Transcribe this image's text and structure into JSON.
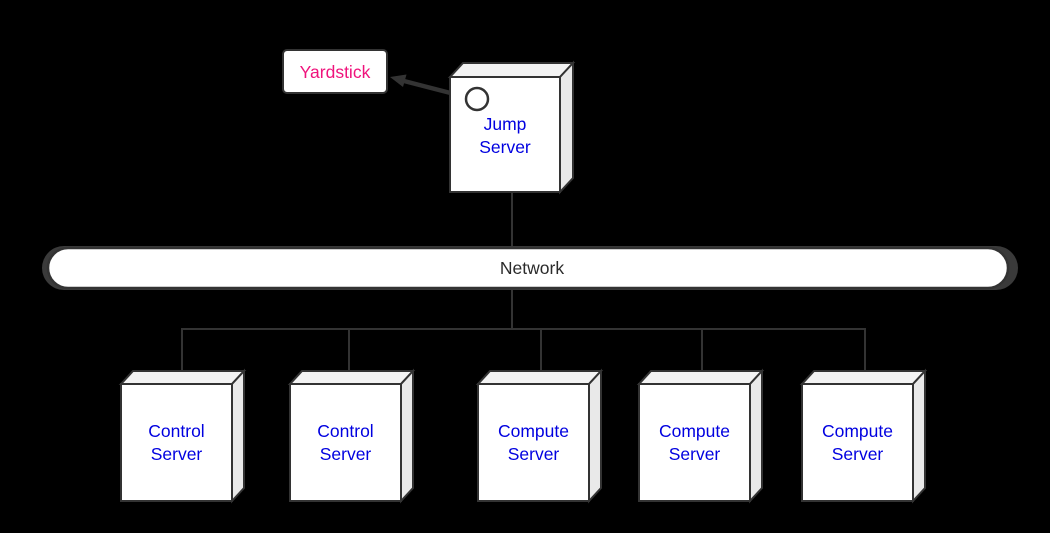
{
  "colors": {
    "background": "#000000",
    "line": "#333333",
    "border": "#333333",
    "box-front": "#ffffff",
    "box-top": "#f3f3f3",
    "box-side": "#e9e9e9",
    "network-cap": "#3a3a3a",
    "yardstick-text": "#ef137c",
    "server-text": "#0000e0",
    "network-text": "#2b2b2b"
  },
  "nodes": {
    "yardstick": {
      "label": "Yardstick"
    },
    "jump_server": {
      "lines": [
        "Jump",
        "Server"
      ]
    },
    "network": {
      "label": "Network"
    },
    "servers": [
      {
        "id": "control-server-1",
        "lines": [
          "Control",
          "Server"
        ]
      },
      {
        "id": "control-server-2",
        "lines": [
          "Control",
          "Server"
        ]
      },
      {
        "id": "compute-server-1",
        "lines": [
          "Compute",
          "Server"
        ]
      },
      {
        "id": "compute-server-2",
        "lines": [
          "Compute",
          "Server"
        ]
      },
      {
        "id": "compute-server-3",
        "lines": [
          "Compute",
          "Server"
        ]
      }
    ]
  }
}
